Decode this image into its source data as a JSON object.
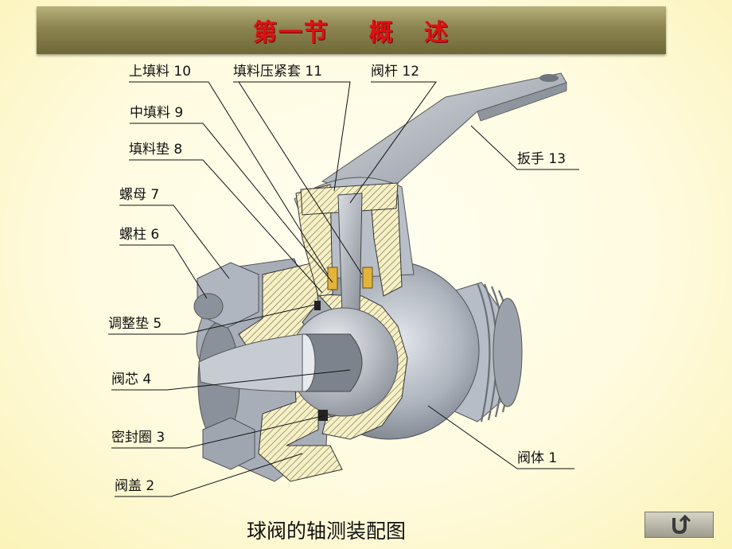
{
  "header": {
    "title": "第一节    概   述"
  },
  "labels": {
    "l10": "上填料 10",
    "l11": "填料压紧套 11",
    "l12": "阀杆 12",
    "l9": "中填料 9",
    "l8": "填料垫 8",
    "l7": "螺母 7",
    "l6": "螺柱 6",
    "l5": "调整垫 5",
    "l4": "阀芯 4",
    "l3": "密封圈 3",
    "l2": "阀盖 2",
    "l13": "扳手 13",
    "l1": "阀体 1"
  },
  "caption": "球阀的轴测装配图",
  "nav": {
    "return_icon": "u-turn-return-icon"
  },
  "colors": {
    "title_text": "#e01010",
    "title_bar": "#8c8450",
    "metal": "#a9afb8",
    "hatch": "#f6f0c4"
  }
}
